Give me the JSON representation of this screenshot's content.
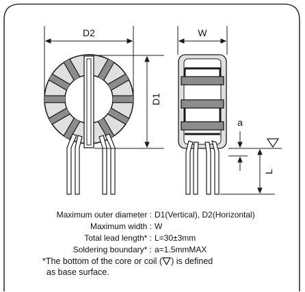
{
  "diagram": {
    "dimensions": {
      "d2": "D2",
      "w": "W",
      "d1": "D1",
      "a": "a",
      "l": "L"
    },
    "icons": {
      "base_surface": "down-triangle-icon"
    }
  },
  "specs": [
    {
      "label": "Maximum outer diameter",
      "value": "D1(Vertical), D2(Horizontal)"
    },
    {
      "label": "Maximum width",
      "value": "W"
    },
    {
      "label": "Total lead length*",
      "value": "L=30±3mm"
    },
    {
      "label": "Soldering boundary*",
      "value": "a=1.5mmMAX"
    }
  ],
  "note": {
    "prefix": "*The bottom of the core or coil (",
    "suffix": ") is defined",
    "line2": "as base surface."
  },
  "colors": {
    "core_fill": "#e0e0e0",
    "winding_fill": "#8c8c8c",
    "outline": "#1a1a1a",
    "frame": "#333333"
  }
}
